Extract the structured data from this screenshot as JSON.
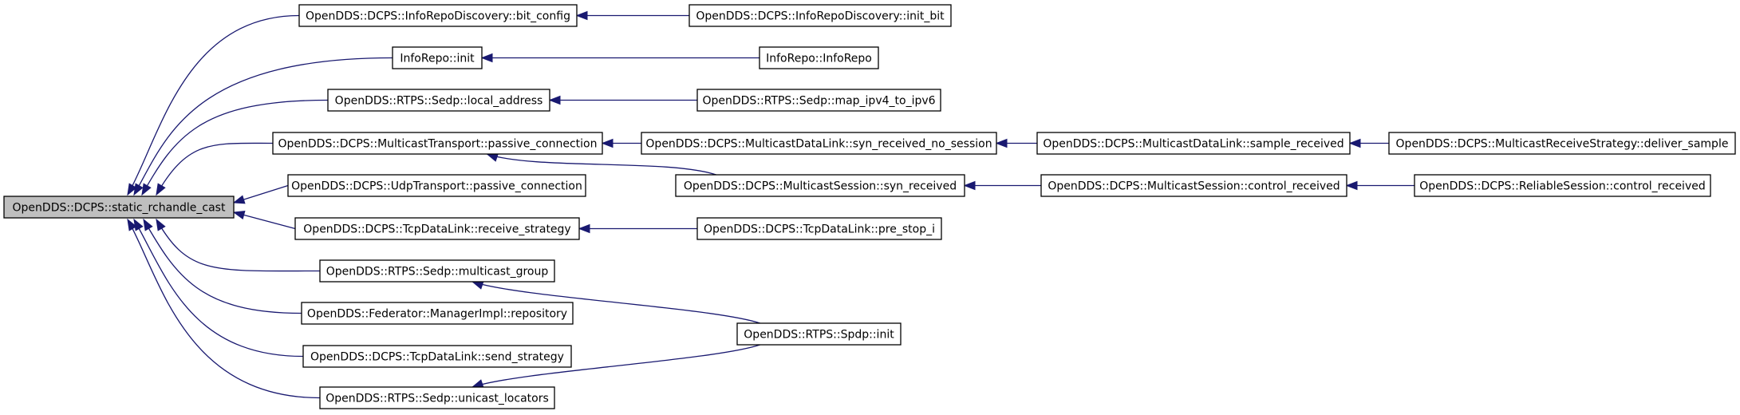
{
  "graph": {
    "nodes": [
      {
        "id": "n0",
        "label": "OpenDDS::DCPS::static_rchandle_cast",
        "root": true
      },
      {
        "id": "n1",
        "label": "OpenDDS::DCPS::InfoRepoDiscovery::bit_config"
      },
      {
        "id": "n2",
        "label": "OpenDDS::DCPS::InfoRepoDiscovery::init_bit"
      },
      {
        "id": "n3",
        "label": "InfoRepo::init"
      },
      {
        "id": "n4",
        "label": "InfoRepo::InfoRepo"
      },
      {
        "id": "n5",
        "label": "OpenDDS::RTPS::Sedp::local_address"
      },
      {
        "id": "n6",
        "label": "OpenDDS::RTPS::Sedp::map_ipv4_to_ipv6"
      },
      {
        "id": "n7",
        "label": "OpenDDS::DCPS::MulticastTransport::passive_connection"
      },
      {
        "id": "n8",
        "label": "OpenDDS::DCPS::MulticastDataLink::syn_received_no_session"
      },
      {
        "id": "n9",
        "label": "OpenDDS::DCPS::MulticastDataLink::sample_received"
      },
      {
        "id": "n10",
        "label": "OpenDDS::DCPS::MulticastReceiveStrategy::deliver_sample"
      },
      {
        "id": "n11",
        "label": "OpenDDS::DCPS::UdpTransport::passive_connection"
      },
      {
        "id": "n12",
        "label": "OpenDDS::DCPS::MulticastSession::syn_received"
      },
      {
        "id": "n13",
        "label": "OpenDDS::DCPS::MulticastSession::control_received"
      },
      {
        "id": "n14",
        "label": "OpenDDS::DCPS::ReliableSession::control_received"
      },
      {
        "id": "n15",
        "label": "OpenDDS::DCPS::TcpDataLink::receive_strategy"
      },
      {
        "id": "n16",
        "label": "OpenDDS::DCPS::TcpDataLink::pre_stop_i"
      },
      {
        "id": "n17",
        "label": "OpenDDS::RTPS::Sedp::multicast_group"
      },
      {
        "id": "n18",
        "label": "OpenDDS::Federator::ManagerImpl::repository"
      },
      {
        "id": "n19",
        "label": "OpenDDS::RTPS::Spdp::init"
      },
      {
        "id": "n20",
        "label": "OpenDDS::DCPS::TcpDataLink::send_strategy"
      },
      {
        "id": "n21",
        "label": "OpenDDS::RTPS::Sedp::unicast_locators"
      }
    ],
    "edges": [
      {
        "from": "n1",
        "to": "n0"
      },
      {
        "from": "n3",
        "to": "n0"
      },
      {
        "from": "n5",
        "to": "n0"
      },
      {
        "from": "n7",
        "to": "n0"
      },
      {
        "from": "n11",
        "to": "n0"
      },
      {
        "from": "n15",
        "to": "n0"
      },
      {
        "from": "n17",
        "to": "n0"
      },
      {
        "from": "n18",
        "to": "n0"
      },
      {
        "from": "n20",
        "to": "n0"
      },
      {
        "from": "n21",
        "to": "n0"
      },
      {
        "from": "n2",
        "to": "n1"
      },
      {
        "from": "n4",
        "to": "n3"
      },
      {
        "from": "n6",
        "to": "n5"
      },
      {
        "from": "n8",
        "to": "n7"
      },
      {
        "from": "n12",
        "to": "n7"
      },
      {
        "from": "n9",
        "to": "n8"
      },
      {
        "from": "n10",
        "to": "n9"
      },
      {
        "from": "n13",
        "to": "n12"
      },
      {
        "from": "n14",
        "to": "n13"
      },
      {
        "from": "n16",
        "to": "n15"
      },
      {
        "from": "n19",
        "to": "n17"
      },
      {
        "from": "n19",
        "to": "n21"
      }
    ],
    "colors": {
      "edge": "#191970",
      "root_fill": "#bfbfbf",
      "node_fill": "#ffffff",
      "node_border": "#000000"
    }
  }
}
